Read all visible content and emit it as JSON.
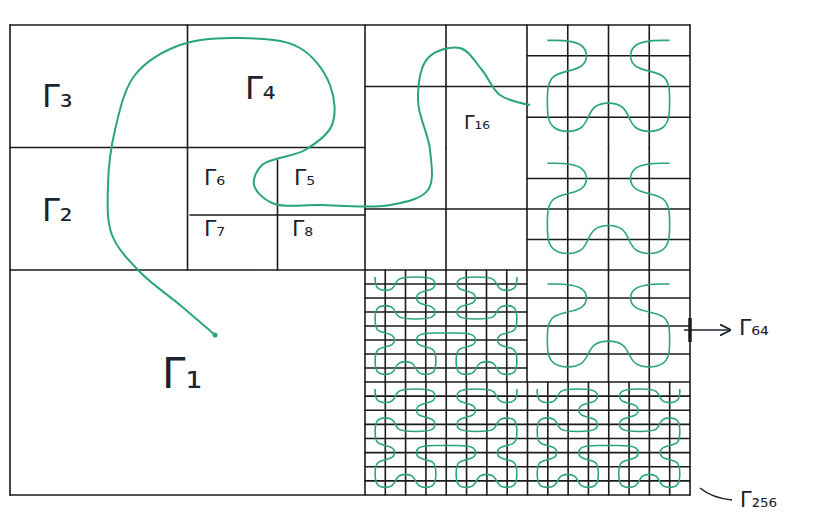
{
  "diagram": {
    "labels": [
      "Γ₃",
      "Γ₄",
      "Γ₁₆",
      "Γ₆",
      "Γ₅",
      "Γ₂",
      "Γ₇",
      "Γ₈",
      "Γ₁",
      "Γ₆₄",
      "Γ₂₅₆"
    ]
  }
}
